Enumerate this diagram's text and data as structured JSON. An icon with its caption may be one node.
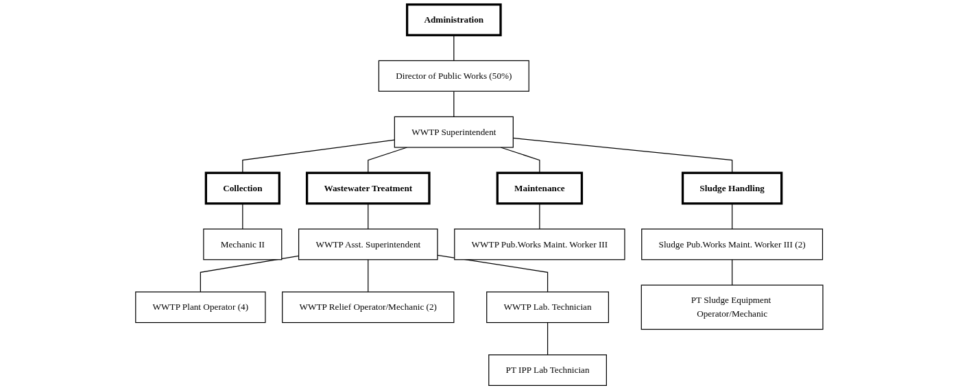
{
  "diagram": {
    "nodes": [
      {
        "text": [
          "Administration"
        ]
      },
      {
        "text": [
          "Director of Public Works (50%)"
        ]
      },
      {
        "text": [
          "WWTP Superintendent"
        ]
      },
      {
        "text": [
          "Collection"
        ]
      },
      {
        "text": [
          "Wastewater Treatment"
        ]
      },
      {
        "text": [
          "Maintenance"
        ]
      },
      {
        "text": [
          "Sludge Handling"
        ]
      },
      {
        "text": [
          "Mechanic II"
        ]
      },
      {
        "text": [
          "WWTP Asst. Superintendent"
        ]
      },
      {
        "text": [
          "WWTP Plant Operator (4)"
        ]
      },
      {
        "text": [
          "WWTP Relief Operator/Mechanic (2)"
        ]
      },
      {
        "text": [
          "WWTP Lab. Technician"
        ]
      },
      {
        "text": [
          "PT IPP Lab Technician"
        ]
      },
      {
        "text": [
          "WWTP Pub.Works Maint. Worker III"
        ]
      },
      {
        "text": [
          "Sludge Pub.Works Maint. Worker III (2)"
        ]
      },
      {
        "text": [
          "PT Sludge Equipment Operator/Mechanic"
        ]
      }
    ],
    "edges": [
      {
        "from": 0,
        "to": 1,
        "arrow": "none"
      },
      {
        "from": 1,
        "to": 2,
        "arrow": "none"
      },
      {
        "from": 2,
        "to": 3,
        "arrow": "none"
      },
      {
        "from": 2,
        "to": 4,
        "arrow": "none"
      },
      {
        "from": 2,
        "to": 5,
        "arrow": "none"
      },
      {
        "from": 2,
        "to": 6,
        "arrow": "none"
      },
      {
        "from": 3,
        "to": 7,
        "arrow": "none"
      },
      {
        "from": 4,
        "to": 8,
        "arrow": "none"
      },
      {
        "from": 8,
        "to": 9,
        "arrow": "none"
      },
      {
        "from": 8,
        "to": 10,
        "arrow": "none"
      },
      {
        "from": 8,
        "to": 11,
        "arrow": "none"
      },
      {
        "from": 11,
        "to": 12,
        "arrow": "none"
      },
      {
        "from": 5,
        "to": 13,
        "arrow": "none"
      },
      {
        "from": 6,
        "to": 14,
        "arrow": "none"
      },
      {
        "from": 14,
        "to": 15,
        "arrow": "none"
      }
    ]
  }
}
